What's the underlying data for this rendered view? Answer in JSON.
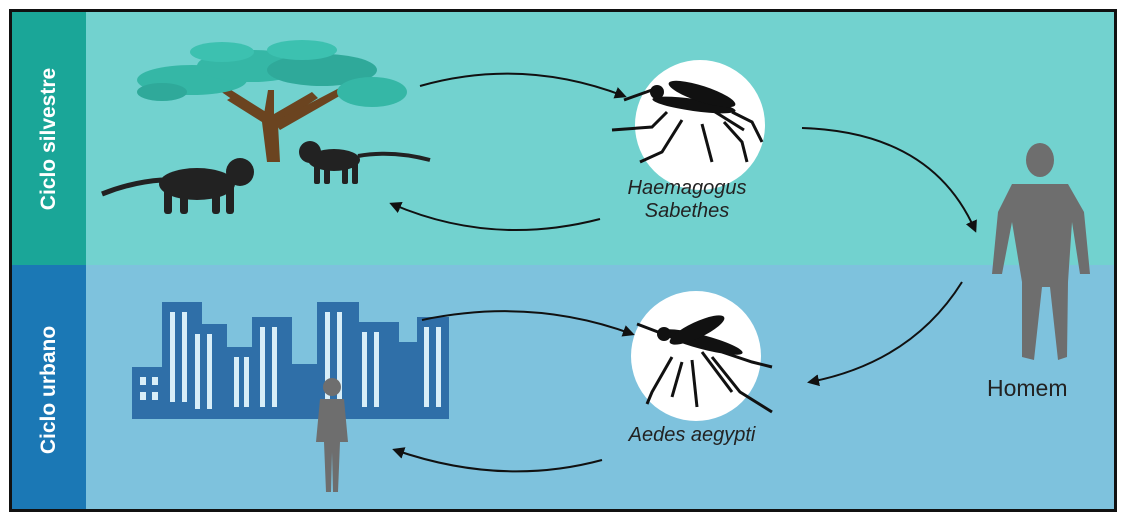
{
  "sections": {
    "sylvatic": {
      "label": "Ciclo silvestre"
    },
    "urban": {
      "label": "Ciclo urbano"
    }
  },
  "mosquitoes": {
    "sylvatic_name_line1": "Haemagogus",
    "sylvatic_name_line2": "Sabethes",
    "urban_name": "Aedes aegypti"
  },
  "human": {
    "label": "Homem"
  },
  "colors": {
    "sylvatic_band": "#72d2cf",
    "sylvatic_tab": "#1aa698",
    "urban_band": "#7ec2dd",
    "urban_tab": "#1b78b5",
    "building": "#2f6fa8",
    "tree_canopy": "#35b7a6",
    "tree_trunk": "#6b4420",
    "silhouette": "#222222",
    "human": "#6e6e6e"
  }
}
